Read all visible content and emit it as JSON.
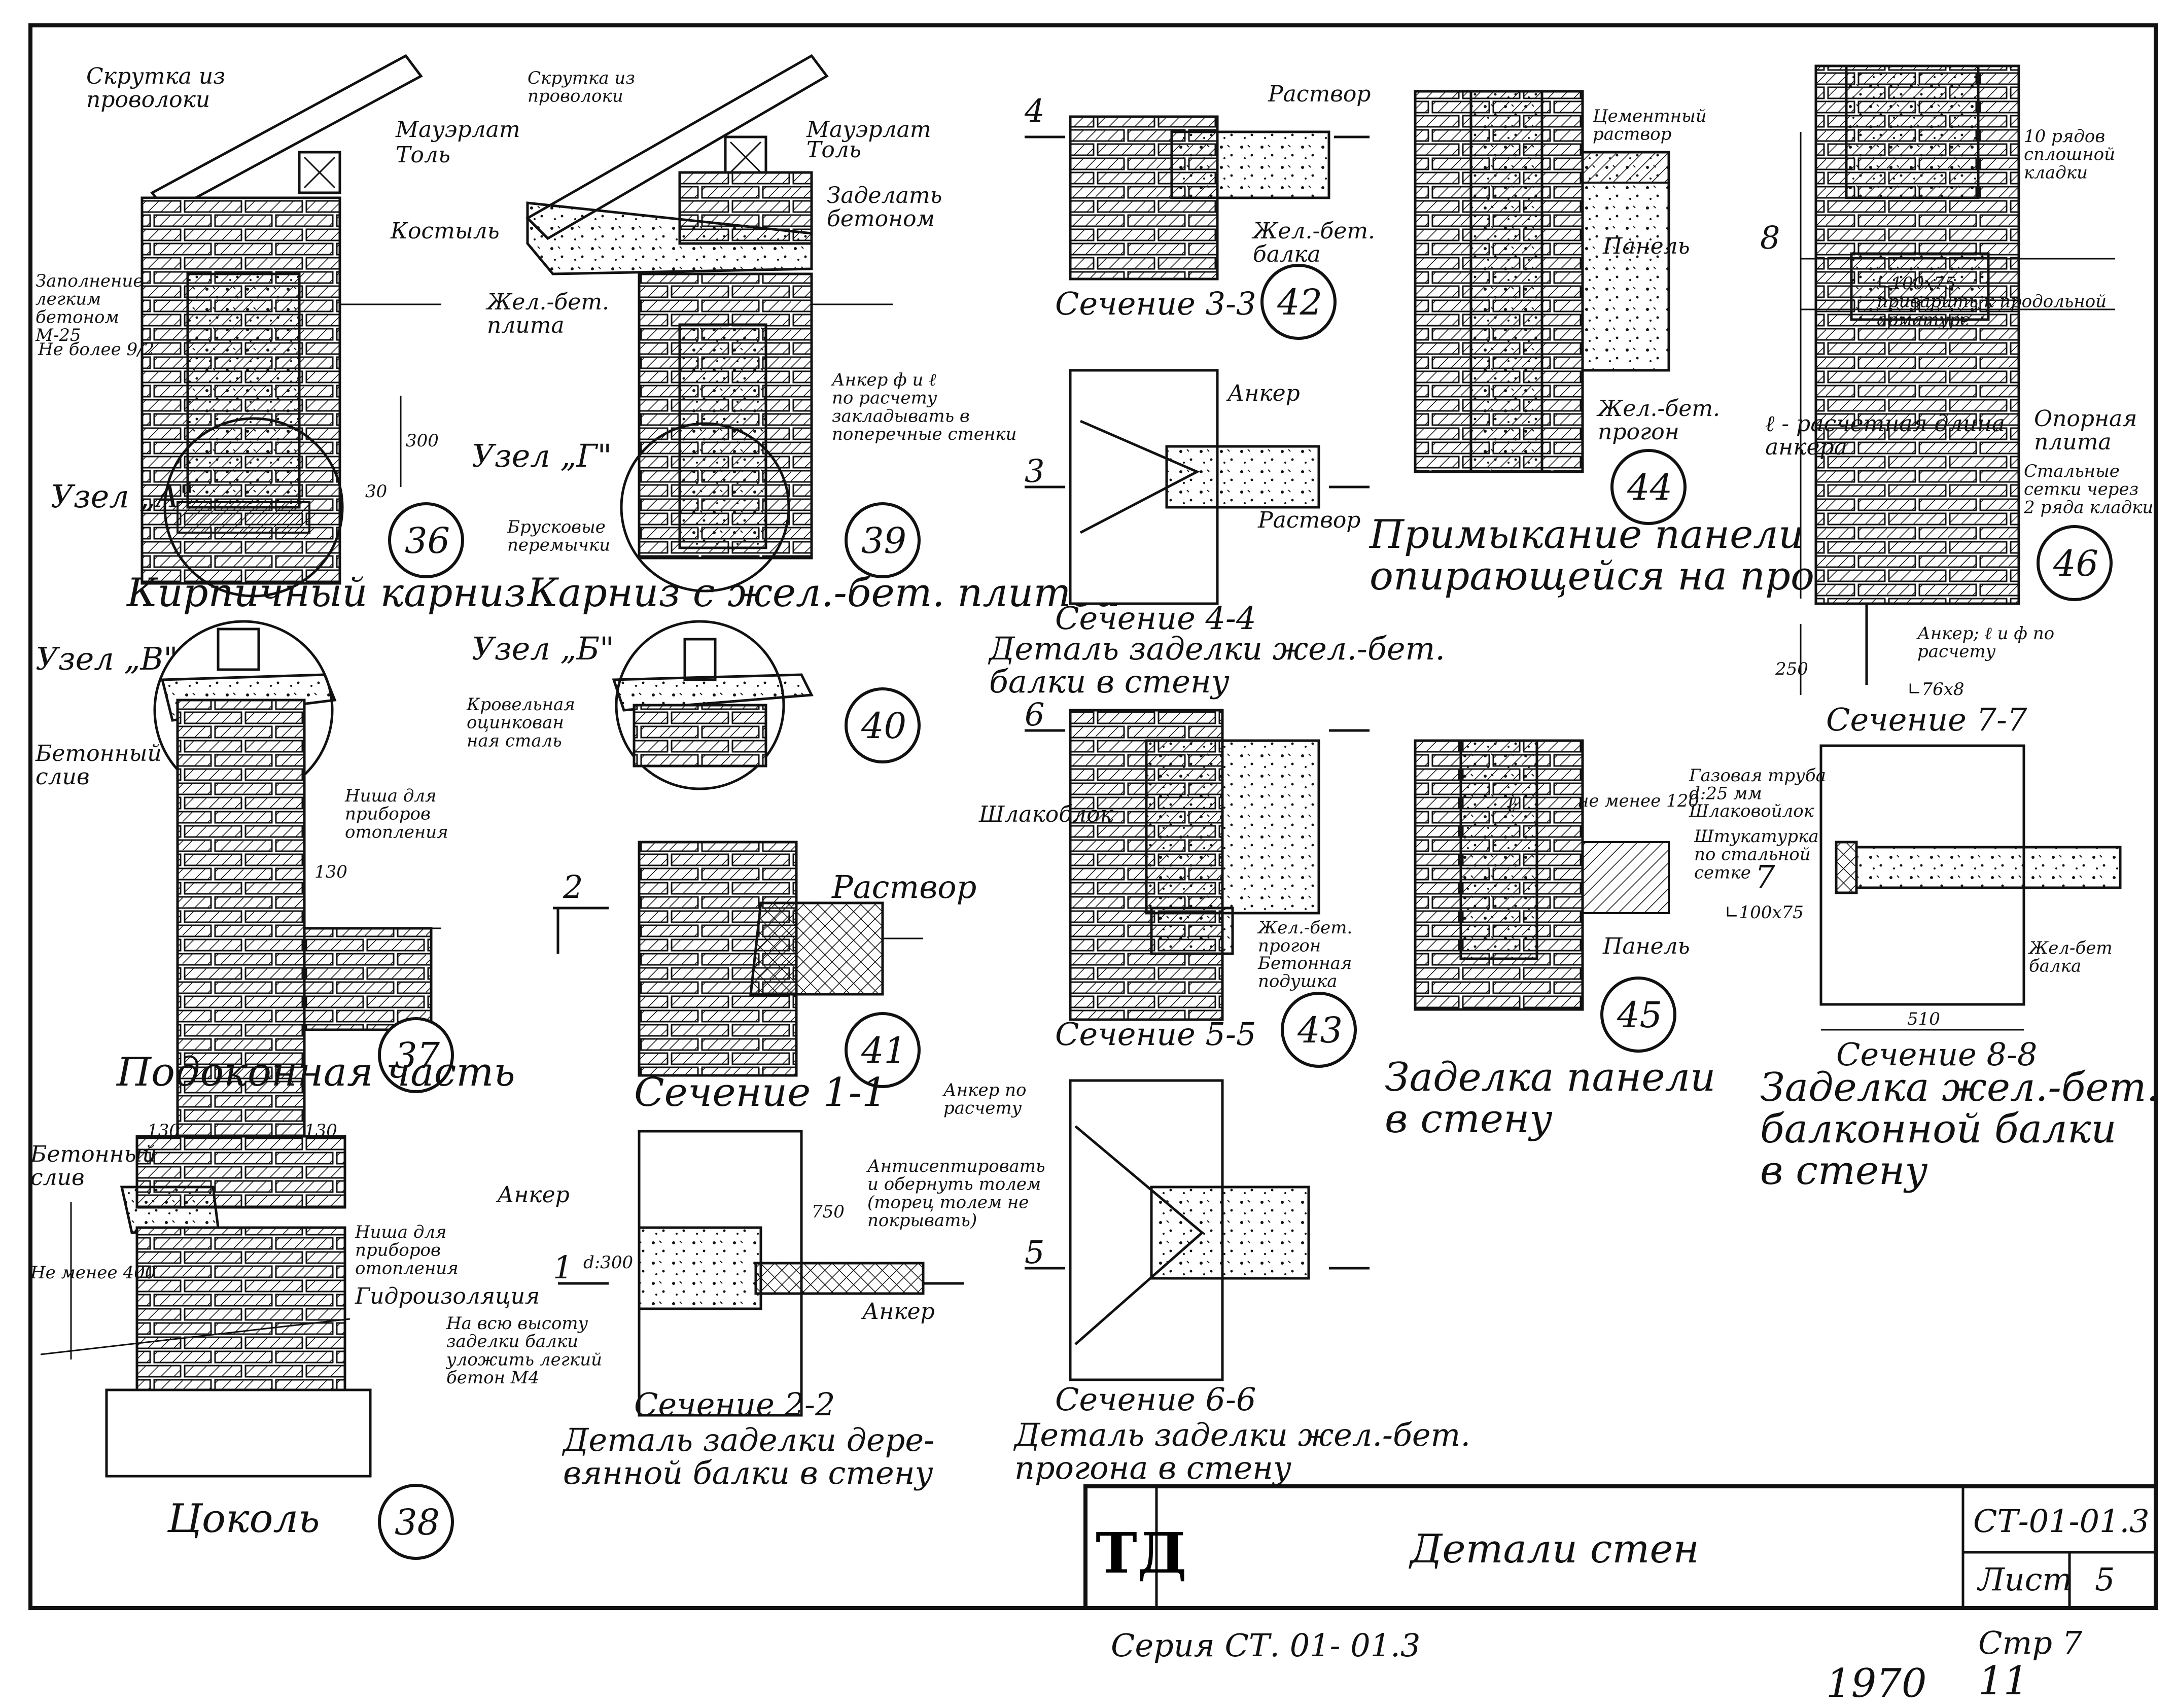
{
  "labels": {
    "skrutka1": "Скрутка из\nпроволоки",
    "mauerlat1": "Мауэрлат",
    "tol1": "Толь",
    "kostyl": "Костыль",
    "zapolnenie": "Заполнение\nлегким\nбетоном\nМ-25",
    "ne_bolee": "Не более 9/2",
    "dim_300": "300",
    "dim_30": "30",
    "uzel_a": "Узел „А\"",
    "karniz_kirp": "Кирпичный карниз",
    "skrutka2": "Скрутка из\nпроволоки",
    "mauerlat2": "Мауэрлат",
    "tol2": "Толь",
    "zadelat": "Заделать\nбетоном",
    "zhb_plita": "Жел.-бет.\nплита",
    "anker_calc": "Анкер ф и ℓ\nпо расчету\nзакладывать в\nпоперечные стенки",
    "uzel_g": "Узел „Г\"",
    "bruskovye": "Брусковые\nперемычки",
    "karniz_zhb": "Карниз с жел.-бет. плитой",
    "uzel_v": "Узел „В\"",
    "betonny_sliv": "Бетонный\nслив",
    "nisha": "Ниша для\nприборов\nотопления",
    "dim_130a": "130",
    "podokonnaya": "Подоконная часть",
    "uzel_b": "Узел „Б\"",
    "krovelnaya": "Кровельная\nоцинкован\nная сталь",
    "sec2_mark": "2",
    "rastvor_41": "Раствор",
    "sec1_title": "Сечение 1-1",
    "dim_130b": "130",
    "dim_130c": "130",
    "betonny_sliv2": "Бетонный\nслив",
    "ne_menee_400": "Не менее 400",
    "nisha2": "Ниша для\nприборов\nотопления",
    "gidro": "Гидроизоляция",
    "cokol": "Цоколь",
    "anker_22": "Анкер",
    "d300": "d:300",
    "dim_750": "750",
    "antisept": "Антисептировать\nи обернуть толем\n(торец толем не\nпокрывать)",
    "anker_22b": "Анкер",
    "na_vsyu": "На всю высоту\nзаделки балки\nуложить легкий\nбетон М4",
    "sec2_title": "Сечение 2-2",
    "det_derev": "Деталь заделки дере-\nвянной балки в стену",
    "rastvor_33": "Раствор",
    "zhb_balka_33": "Жел.-бет.\nбалка",
    "sec3_title": "Сечение 3-3",
    "anker_44": "Анкер",
    "rastvor_44": "Раствор",
    "sec4_title": "Сечение 4-4",
    "det_zhb_balki": "Деталь заделки жел.-бет.\nбалки в стену",
    "shlakoblok": "Шлакоблок",
    "zhb_progon_55": "Жел.-бет.\nпрогон",
    "bet_podushka": "Бетонная\nподушка",
    "sec5_title": "Сечение 5-5",
    "anker_66": "Анкер по\nрасчету",
    "sec6_title": "Сечение 6-6",
    "det_progona": "Деталь заделки жел.-бет.\nпрогона в стену",
    "cem_rastvor": "Цементный\nраствор",
    "panel_44": "Панель",
    "zhb_progon_44": "Жел.-бет.\nпрогон",
    "primykanie": "Примыкание панели\nопирающейся на прогон",
    "ne_menee_120": "не менее 120",
    "l_45": "ℓ",
    "panel_45": "Панель",
    "zadelka_paneli": "Заделка панели\nв стену",
    "ryadov_10": "10 рядов\nсплошной\nкладки",
    "mark_8": "8",
    "l100x75": "∟100х75\nприварить к продольной\nарматуре",
    "raschet_dlina": "ℓ - расчетная длина\nанкера",
    "opornaya": "Опорная\nплита",
    "stalnye_setki": "Стальные\nсетки через\n2 ряда кладки",
    "dim_250": "250",
    "anker_l_f": "Анкер; ℓ и ф по\nрасчету",
    "l76x8": "∟76х8",
    "sec7_title": "Сечение 7-7",
    "gaz_truba": "Газовая труба\nd:25 мм",
    "shlakovoylok": "Шлаковойлок",
    "shtukaturka": "Штукатурка\nпо стальной\nсетке",
    "l100x75b": "∟100х75",
    "mark_7": "7",
    "zhb_balka_88": "Жел-бет\nбалка",
    "dim_510": "510",
    "sec8_title": "Сечение 8-8",
    "zadelka_balkon": "Заделка жел.-бет.\nбалконной балки\nв стену"
  },
  "detail_numbers": [
    "36",
    "37",
    "38",
    "39",
    "40",
    "41",
    "42",
    "43",
    "44",
    "45",
    "46"
  ],
  "section_marks": {
    "s1": "1",
    "s3": "3",
    "s4": "4",
    "s5": "5",
    "s6": "6",
    "s7": "7",
    "s8": "8"
  },
  "title_block": {
    "logo": "ТД",
    "title": "Детали стен",
    "code": "СТ-01-01.3",
    "sheet_label": "Лист",
    "sheet_no": "5"
  },
  "footer": {
    "series": "Серия СТ. 01- 01.3",
    "page": "Стр 7",
    "year": "1970",
    "page_hand": "11"
  }
}
